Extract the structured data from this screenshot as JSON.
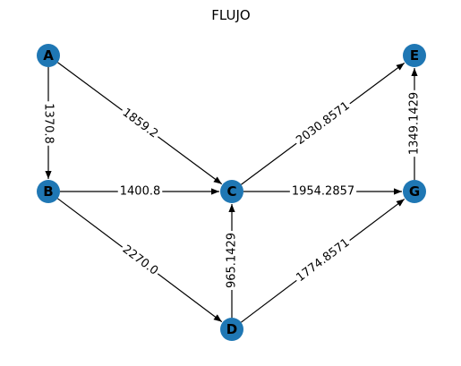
{
  "title": "FLUJO",
  "colors": {
    "node": "#1f77b4",
    "edge": "#000000",
    "label_bg": "#ffffff"
  },
  "nodes": [
    {
      "id": "A",
      "label": "A"
    },
    {
      "id": "B",
      "label": "B"
    },
    {
      "id": "C",
      "label": "C"
    },
    {
      "id": "D",
      "label": "D"
    },
    {
      "id": "E",
      "label": "E"
    },
    {
      "id": "G",
      "label": "G"
    }
  ],
  "edges": [
    {
      "from": "A",
      "to": "B",
      "label": "1370.8"
    },
    {
      "from": "A",
      "to": "C",
      "label": "1859.2"
    },
    {
      "from": "B",
      "to": "C",
      "label": "1400.8"
    },
    {
      "from": "B",
      "to": "D",
      "label": "2270.0"
    },
    {
      "from": "D",
      "to": "C",
      "label": "965.1429"
    },
    {
      "from": "C",
      "to": "E",
      "label": "2030.8571"
    },
    {
      "from": "C",
      "to": "G",
      "label": "1954.2857"
    },
    {
      "from": "D",
      "to": "G",
      "label": "1774.8571"
    },
    {
      "from": "G",
      "to": "E",
      "label": "1349.1429"
    }
  ]
}
